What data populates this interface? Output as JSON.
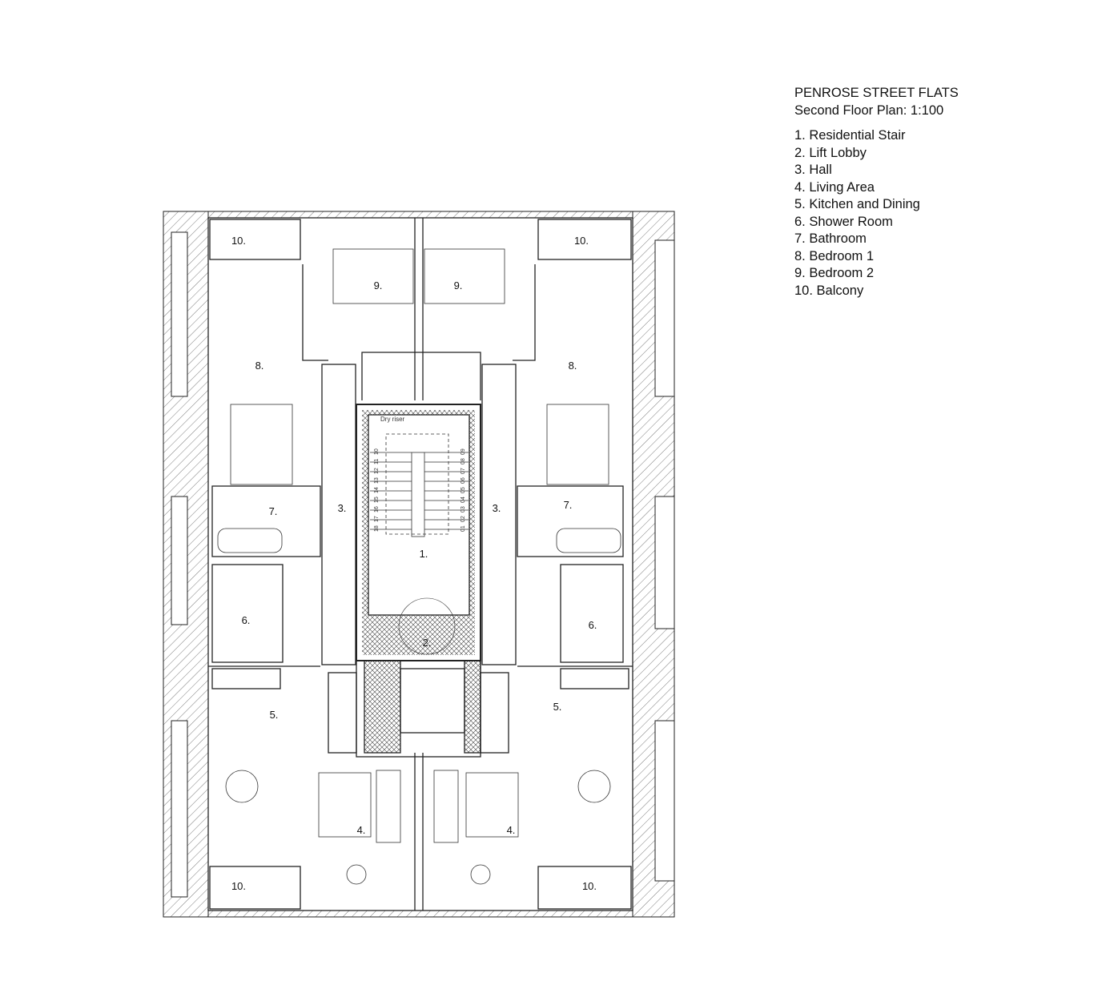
{
  "legend": {
    "title": "PENROSE STREET FLATS",
    "subtitle": "Second Floor Plan: 1:100",
    "items": [
      "1. Residential Stair",
      "2. Lift Lobby",
      "3. Hall",
      "4. Living Area",
      "5. Kitchen and Dining",
      "6. Shower Room",
      "7. Bathroom",
      "8. Bedroom 1",
      "9. Bedroom 2",
      "10. Balcony"
    ]
  },
  "plan": {
    "dry_riser": "Dry riser",
    "rooms": {
      "balcony_tl": "10.",
      "balcony_tr": "10.",
      "balcony_bl": "10.",
      "balcony_br": "10.",
      "bed2_l": "9.",
      "bed2_r": "9.",
      "bed1_l": "8.",
      "bed1_r": "8.",
      "hall_l": "3.",
      "hall_r": "3.",
      "bath_l": "7.",
      "bath_r": "7.",
      "stair": "1.",
      "shower_l": "6.",
      "shower_r": "6.",
      "lobby": "2.",
      "kitchen_l": "5.",
      "kitchen_r": "5.",
      "living_l": "4.",
      "living_r": "4."
    },
    "stair_left": [
      "18",
      "17",
      "16",
      "15",
      "14",
      "13",
      "12",
      "11",
      "10"
    ],
    "stair_right": [
      "01",
      "02",
      "03",
      "04",
      "05",
      "06",
      "07",
      "08",
      "09"
    ]
  }
}
